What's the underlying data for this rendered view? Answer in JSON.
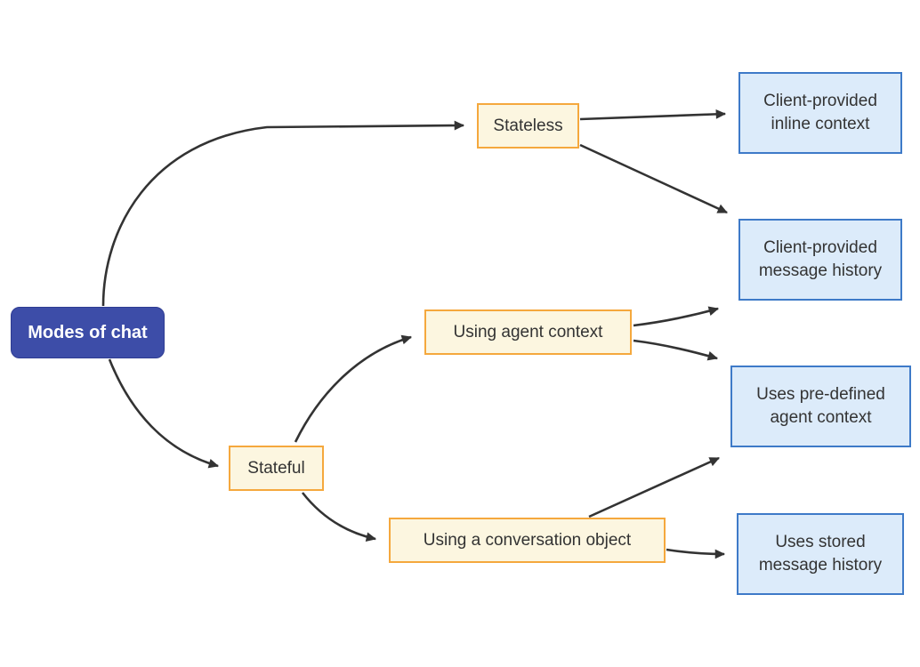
{
  "diagram": {
    "type": "flowchart",
    "direction": "left-to-right",
    "nodes": {
      "root": {
        "label": "Modes of chat"
      },
      "stateless": {
        "label": "Stateless"
      },
      "stateful": {
        "label": "Stateful"
      },
      "agent_context": {
        "label": "Using agent context"
      },
      "conversation_object": {
        "label": "Using a conversation object"
      },
      "inline_context": {
        "label": "Client-provided inline context"
      },
      "message_history": {
        "label": "Client-provided message history"
      },
      "predefined_context": {
        "label": "Uses pre-defined agent context"
      },
      "stored_history": {
        "label": "Uses stored message history"
      }
    },
    "edges": [
      {
        "from": "Modes of chat",
        "to": "Stateless"
      },
      {
        "from": "Modes of chat",
        "to": "Stateful"
      },
      {
        "from": "Stateless",
        "to": "Client-provided inline context"
      },
      {
        "from": "Stateless",
        "to": "Client-provided message history"
      },
      {
        "from": "Stateful",
        "to": "Using agent context"
      },
      {
        "from": "Stateful",
        "to": "Using a conversation object"
      },
      {
        "from": "Using agent context",
        "to": "Client-provided message history"
      },
      {
        "from": "Using agent context",
        "to": "Uses pre-defined agent context"
      },
      {
        "from": "Using a conversation object",
        "to": "Uses pre-defined agent context"
      },
      {
        "from": "Using a conversation object",
        "to": "Uses stored message history"
      }
    ],
    "colors": {
      "root_fill": "#3d4da8",
      "root_border": "#2e3c92",
      "root_text": "#ffffff",
      "branch_fill": "#fcf6e0",
      "branch_border": "#f5a83d",
      "leaf_fill": "#dcebfa",
      "leaf_border": "#3e7ac8",
      "edge": "#333333",
      "text": "#333333",
      "background": "#ffffff"
    }
  }
}
